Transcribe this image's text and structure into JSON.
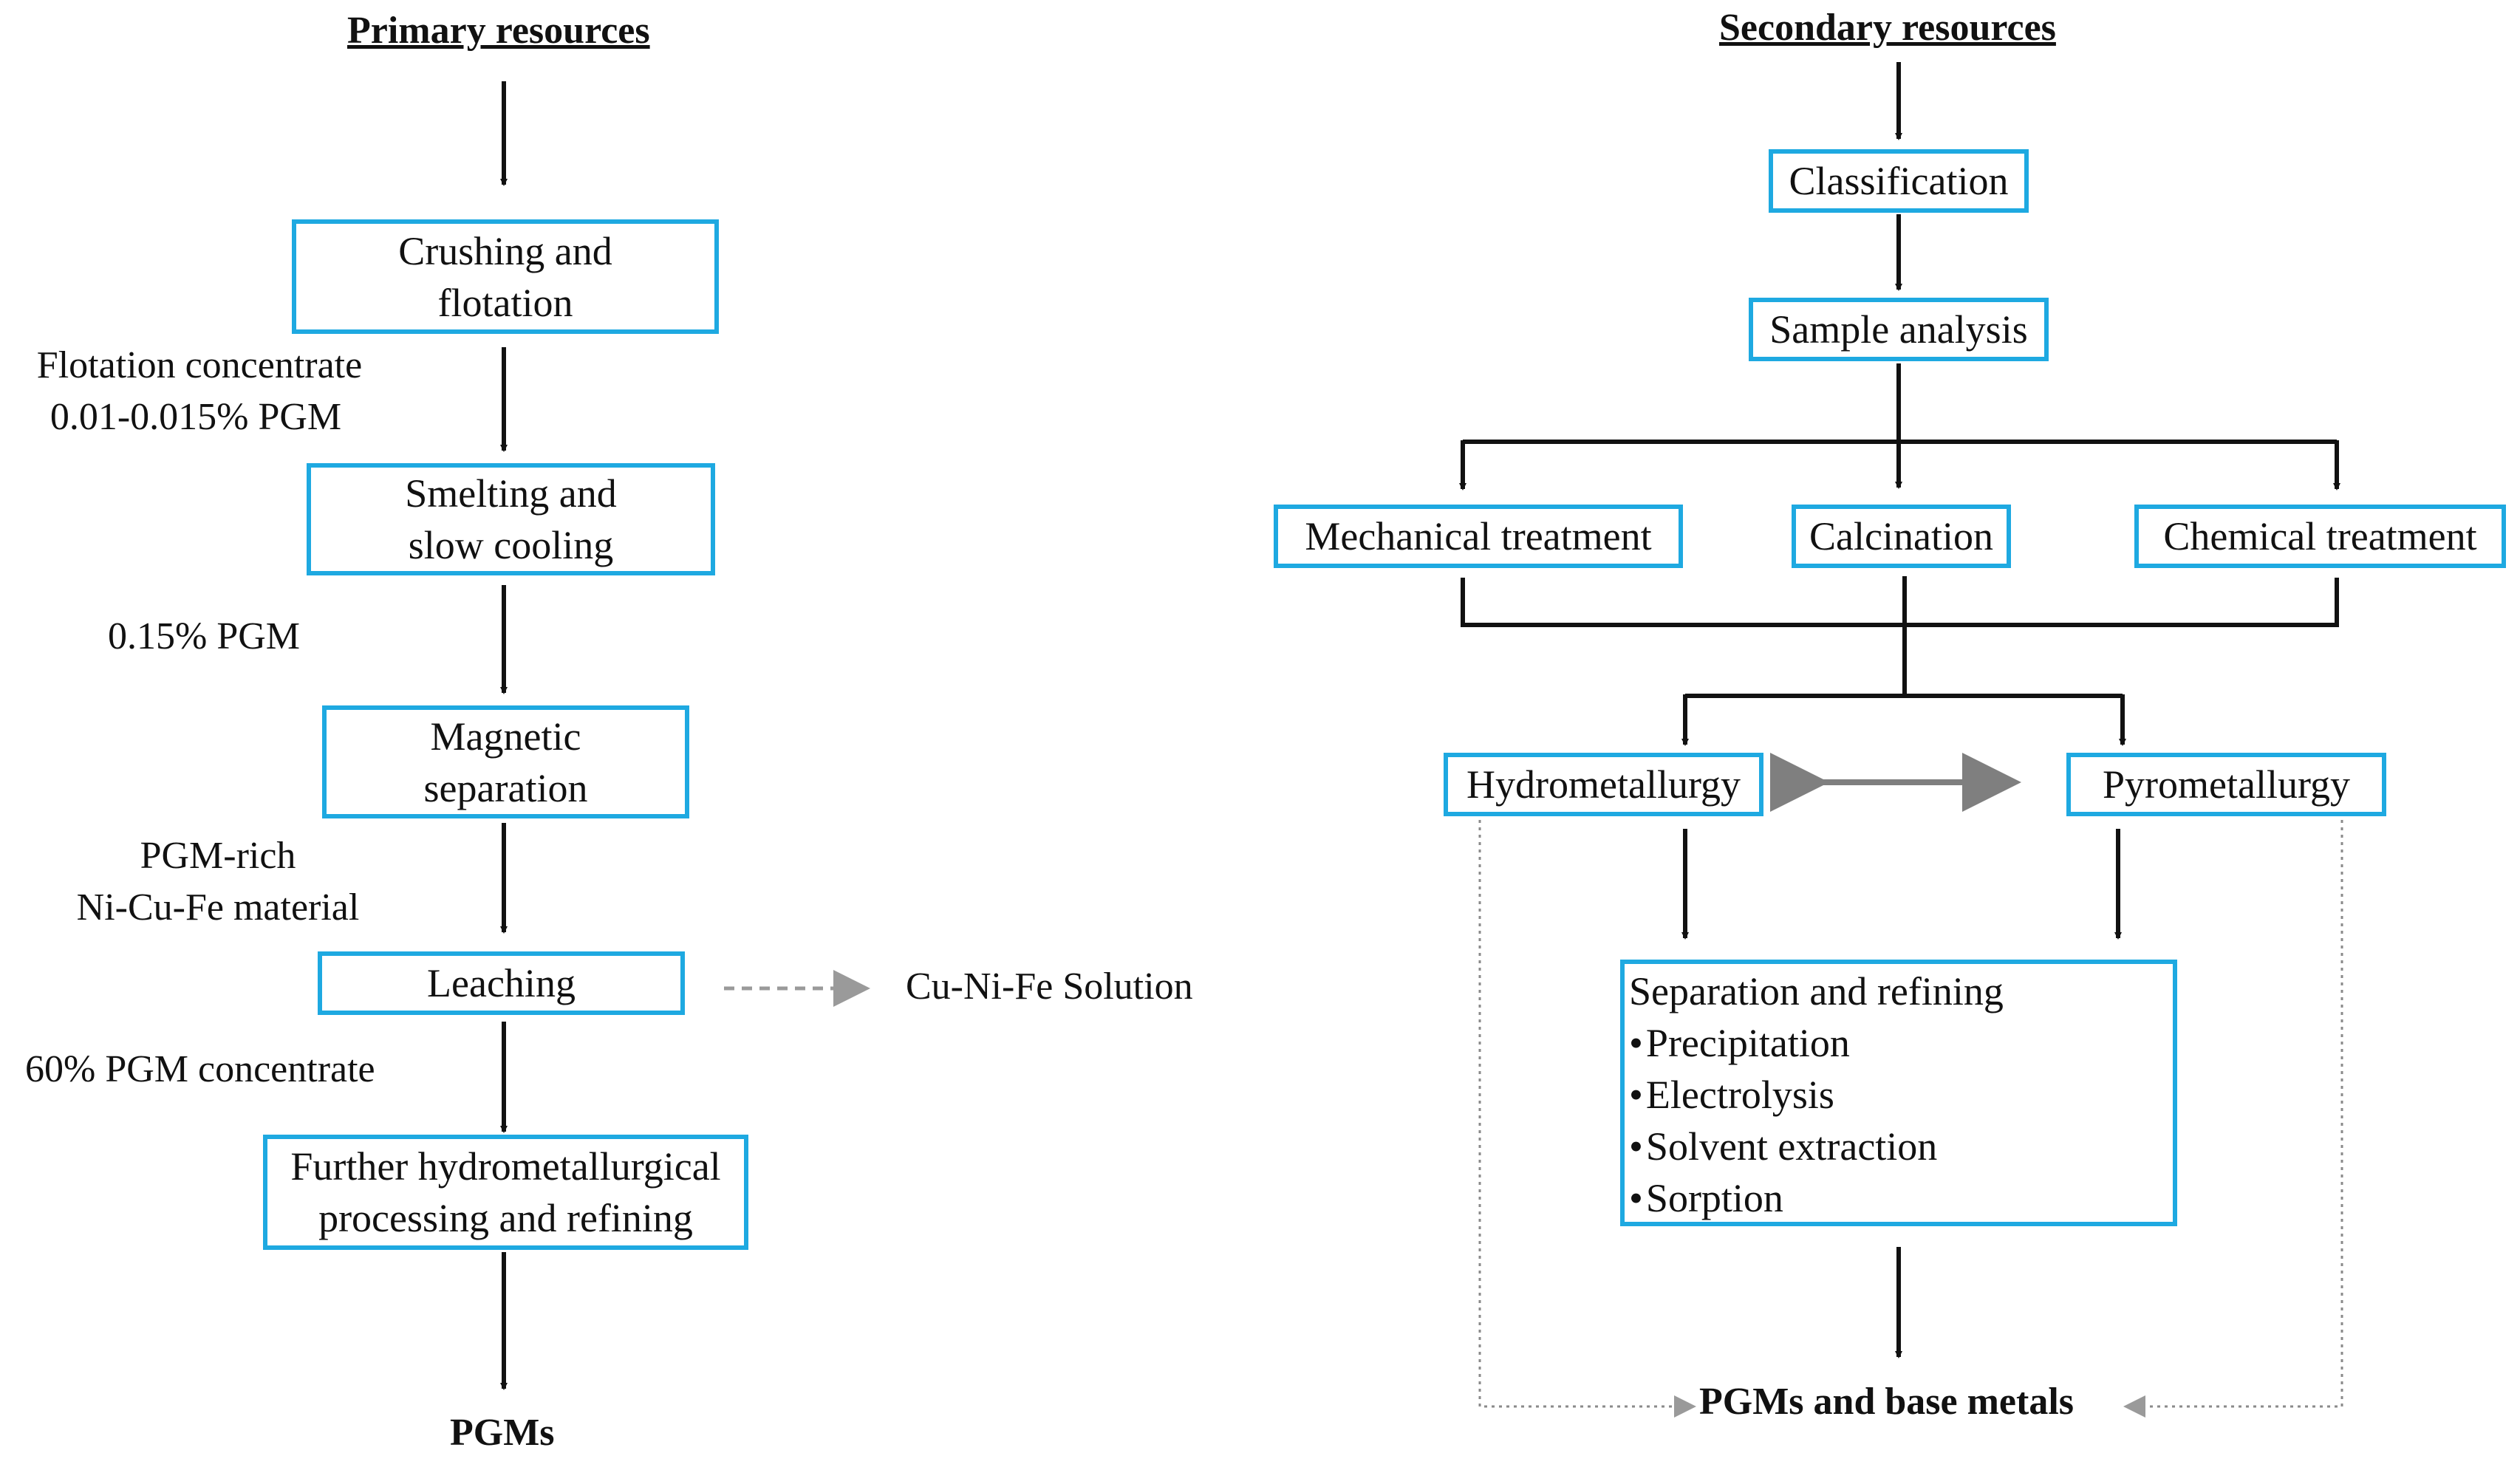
{
  "primary": {
    "heading": "Primary resources",
    "steps": [
      {
        "id": "crushing",
        "lines": [
          "Crushing and",
          "flotation"
        ]
      },
      {
        "id": "smelting",
        "lines": [
          "Smelting and",
          "slow cooling"
        ]
      },
      {
        "id": "magnetic",
        "lines": [
          "Magnetic",
          "separation"
        ]
      },
      {
        "id": "leaching",
        "lines": [
          "Leaching"
        ]
      },
      {
        "id": "further",
        "lines": [
          "Further hydrometallurgical",
          "processing and refining"
        ]
      }
    ],
    "annotations": {
      "flotation_concentrate": [
        "Flotation concentrate",
        "0.01-0.015% PGM"
      ],
      "pgm_015": "0.15% PGM",
      "pgm_rich": [
        "PGM-rich",
        "Ni-Cu-Fe material"
      ],
      "pgm_60": "60% PGM concentrate",
      "side_output": "Cu-Ni-Fe Solution"
    },
    "output": "PGMs"
  },
  "secondary": {
    "heading": "Secondary resources",
    "classification": "Classification",
    "sample_analysis": "Sample analysis",
    "treatments": [
      "Mechanical treatment",
      "Calcination",
      "Chemical treatment"
    ],
    "hydrometallurgy": "Hydrometallurgy",
    "pyrometallurgy": "Pyrometallurgy",
    "refining": {
      "title": "Separation and refining",
      "items": [
        "Precipitation",
        "Electrolysis",
        "Solvent extraction",
        "Sorption"
      ]
    },
    "output": "PGMs and base metals"
  },
  "colors": {
    "box_border": "#1ea9e1",
    "arrow": "#111111",
    "gray_arrow": "#7f7f7f",
    "dashed": "#9a9a9a"
  }
}
